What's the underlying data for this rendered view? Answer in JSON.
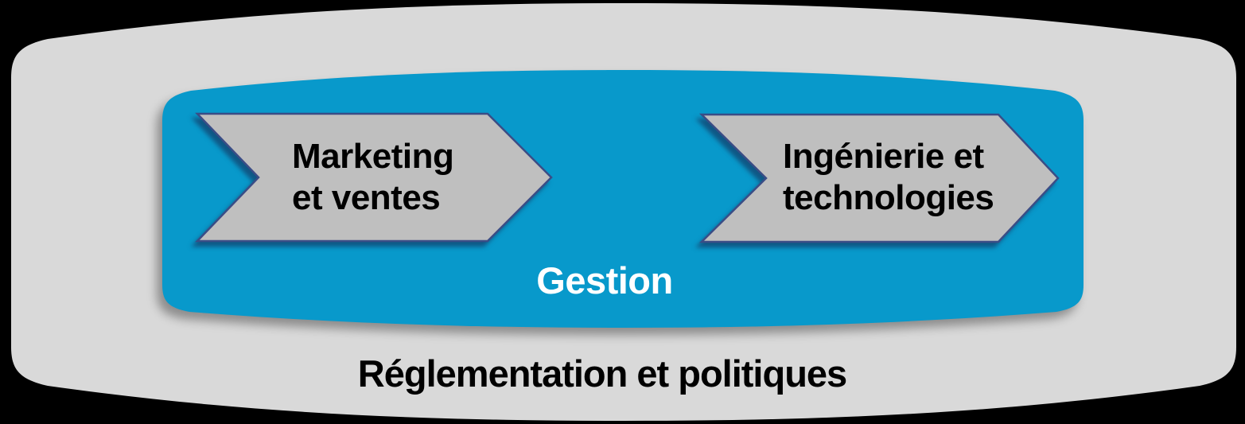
{
  "background_color": "#000000",
  "diagram": {
    "outer_band": {
      "label": "Réglementation et politiques",
      "fill": "#d9d9d9",
      "text_color": "#000000"
    },
    "management_band": {
      "label": "Gestion",
      "fill": "#0899cb",
      "text_color": "#ffffff"
    },
    "arrows": [
      {
        "line1": "Marketing",
        "line2": "et ventes",
        "fill": "#bfbfbf",
        "stroke": "#3a4d86",
        "text_color": "#000000"
      },
      {
        "line1": "Ingénierie et",
        "line2": "technologies",
        "fill": "#bfbfbf",
        "stroke": "#3a4d86",
        "text_color": "#000000"
      }
    ]
  }
}
